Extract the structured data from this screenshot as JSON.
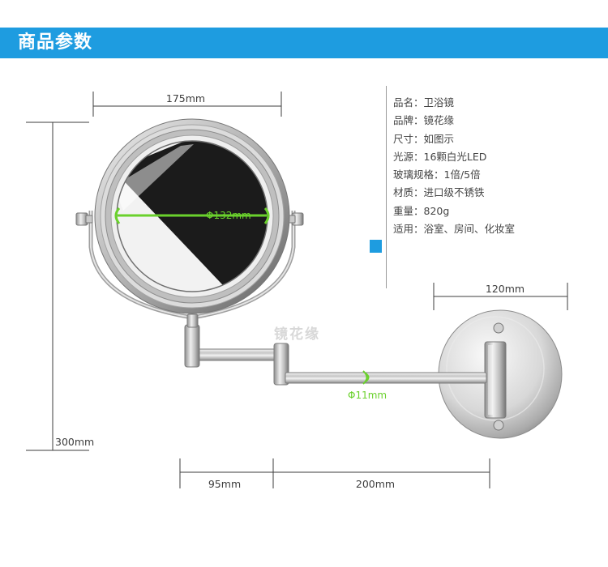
{
  "header": {
    "title": "商品参数"
  },
  "specs": [
    "品名：卫浴镜",
    "品牌：镜花缘",
    "尺寸：如图示",
    "光源：16颗白光LED",
    "玻璃规格：1倍/5倍",
    "材质：进口级不锈铁",
    "重量：820g",
    "适用：浴室、房间、化妆室"
  ],
  "dimensions": {
    "mirror_width": "175mm",
    "mirror_glass": "Φ132mm",
    "base_width": "120mm",
    "rod_diameter": "Φ11mm",
    "total_height": "300mm",
    "arm_short": "95mm",
    "arm_long": "200mm"
  },
  "watermark": "镜花缘",
  "colors": {
    "brand_blue": "#1e9ce0",
    "dimension_green": "#6ad12c",
    "dimension_line": "#3d3d3d"
  }
}
